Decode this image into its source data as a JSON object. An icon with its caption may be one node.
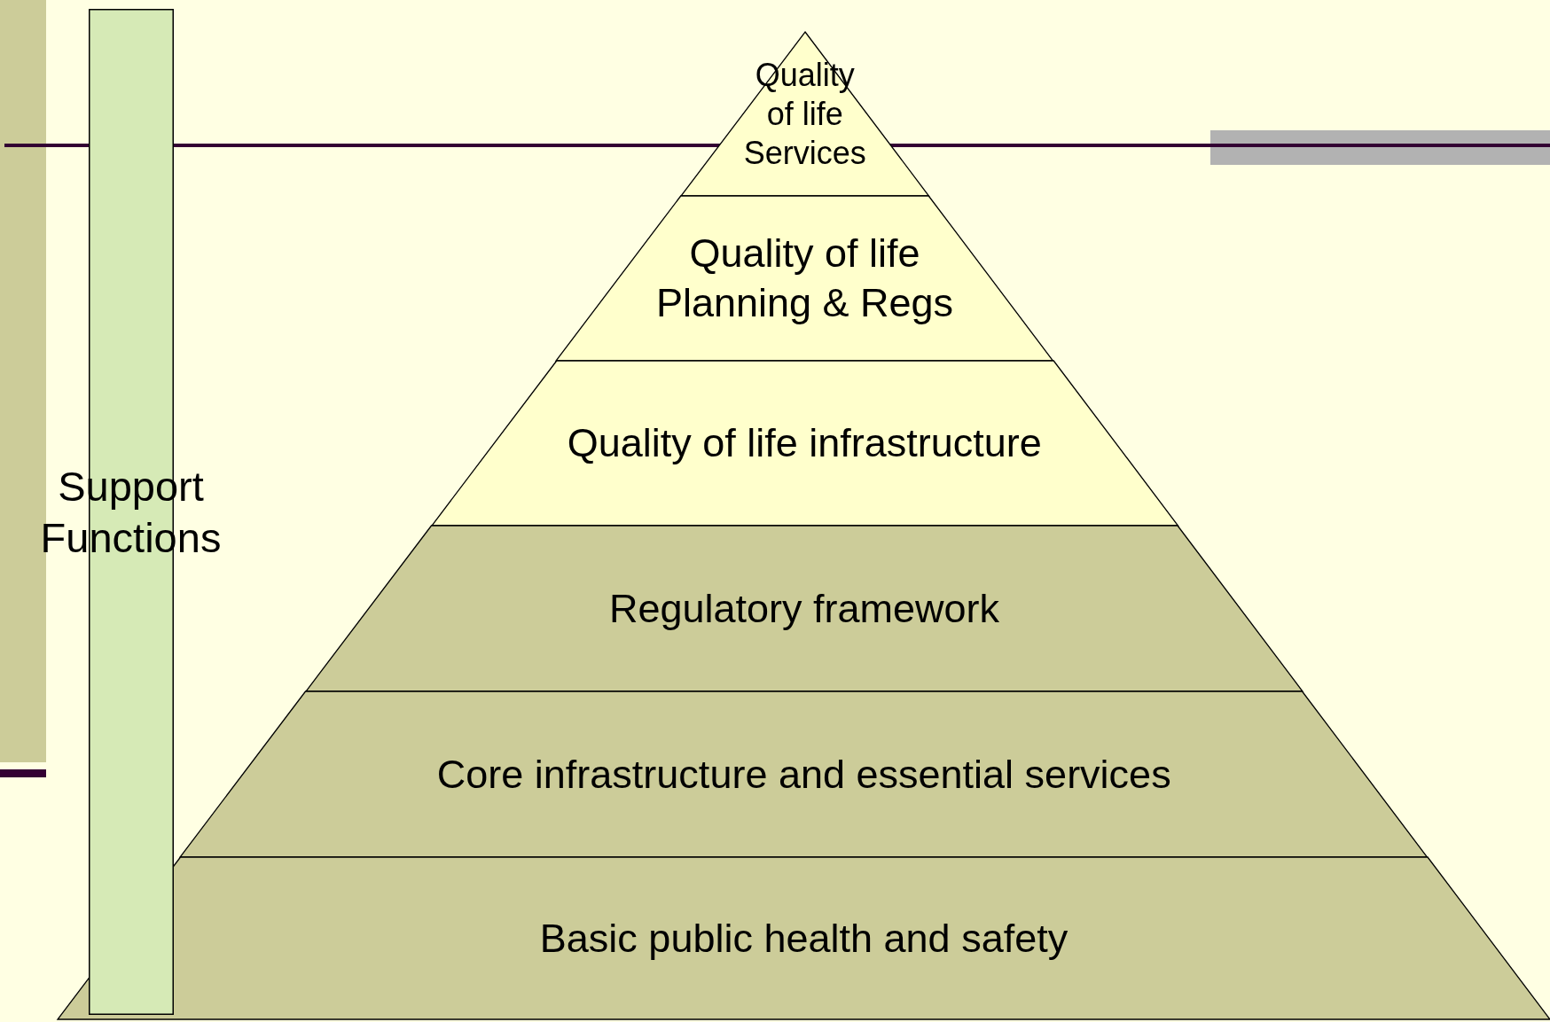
{
  "diagram": {
    "nodes": [
      {
        "text": [
          "Quality of life Services"
        ]
      },
      {
        "text": [
          "Quality of life Planning & Regs"
        ]
      },
      {
        "text": [
          "Quality of life infrastructure"
        ]
      },
      {
        "text": [
          "Regulatory framework"
        ]
      },
      {
        "text": [
          "Core infrastructure and essential services"
        ]
      },
      {
        "text": [
          "Basic public health and safety"
        ]
      },
      {
        "text": [
          "Support Functions"
        ]
      }
    ]
  }
}
